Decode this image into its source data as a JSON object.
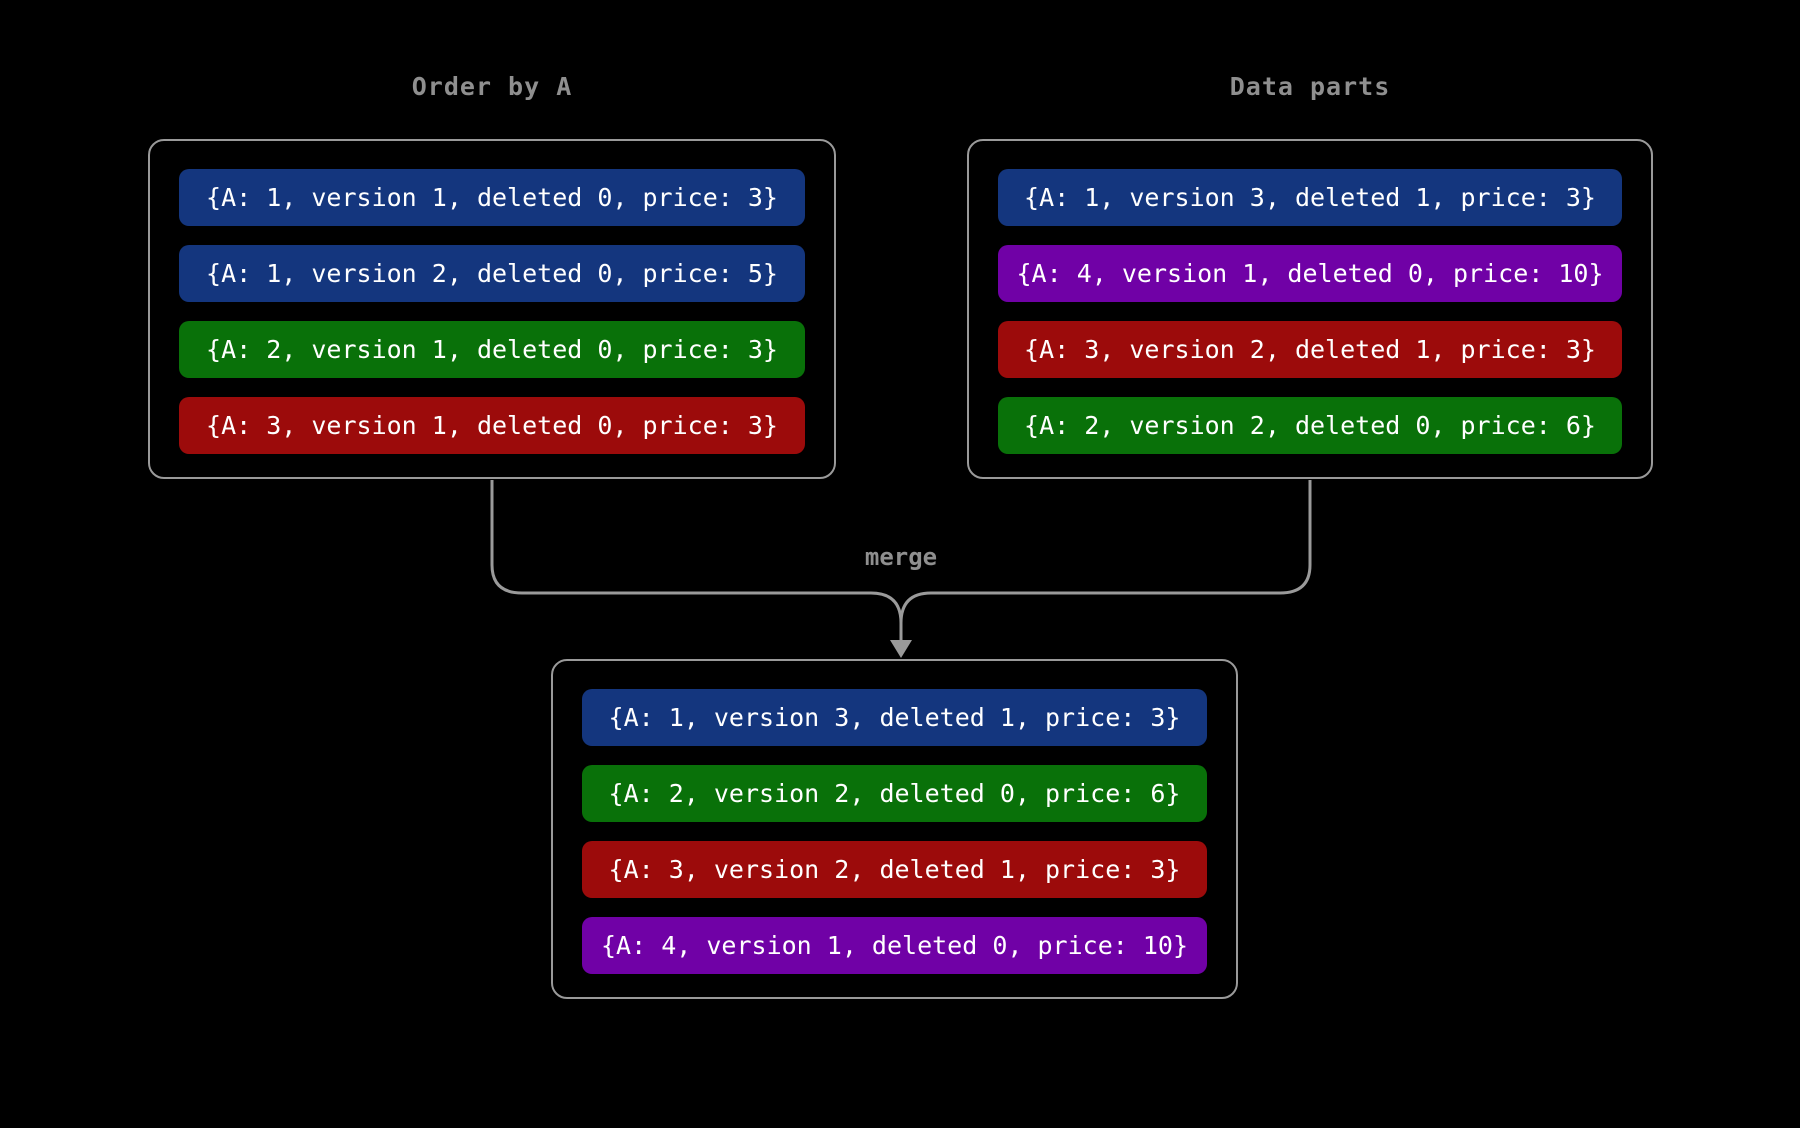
{
  "colors": {
    "bg": "#000000",
    "border": "#9a9a9a",
    "label": "#8f8f8f",
    "row_text": "#ffffff",
    "blue": "#14367e",
    "green": "#097109",
    "red": "#9c0b0b",
    "purple": "#7001a6"
  },
  "labels": {
    "merge": "merge"
  },
  "boxes": {
    "ordered": {
      "title": "Order by A",
      "rows": [
        {
          "text": "{A: 1, version 1, deleted 0, price: 3}",
          "color": "blue"
        },
        {
          "text": "{A: 1, version 2, deleted 0, price: 5}",
          "color": "blue"
        },
        {
          "text": "{A: 2, version 1, deleted 0, price: 3}",
          "color": "green"
        },
        {
          "text": "{A: 3, version 1, deleted 0, price: 3}",
          "color": "red"
        }
      ]
    },
    "parts": {
      "title": "Data parts",
      "rows": [
        {
          "text": "{A: 1, version 3, deleted 1, price: 3}",
          "color": "blue"
        },
        {
          "text": "{A: 4, version 1, deleted 0, price: 10}",
          "color": "purple"
        },
        {
          "text": "{A: 3, version 2, deleted 1, price: 3}",
          "color": "red"
        },
        {
          "text": "{A: 2, version 2, deleted 0, price: 6}",
          "color": "green"
        }
      ]
    },
    "merged": {
      "rows": [
        {
          "text": "{A: 1, version 3, deleted 1, price: 3}",
          "color": "blue"
        },
        {
          "text": "{A: 2, version 2, deleted 0, price: 6}",
          "color": "green"
        },
        {
          "text": "{A: 3, version 2, deleted 1, price: 3}",
          "color": "red"
        },
        {
          "text": "{A: 4, version 1, deleted 0, price: 10}",
          "color": "purple"
        }
      ]
    }
  }
}
